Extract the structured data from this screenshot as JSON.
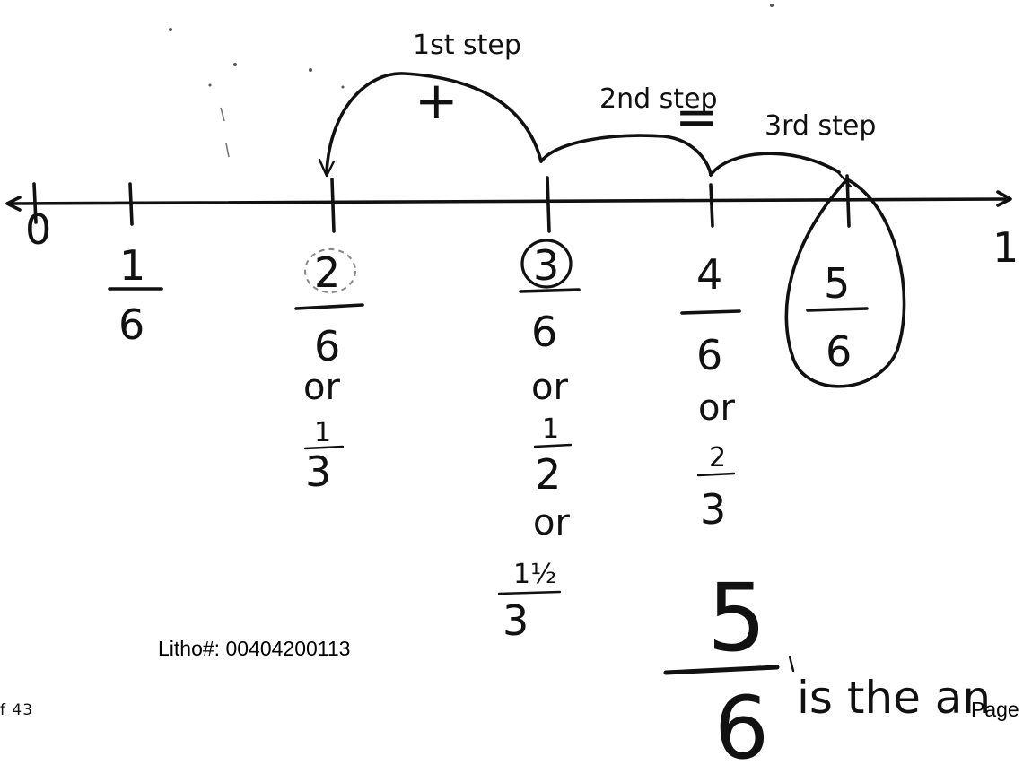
{
  "header": {
    "step1_label": "1st step",
    "step2_label": "2nd step",
    "step3_label": "3rd step",
    "plus_sign": "+",
    "equals_sign": "="
  },
  "number_line": {
    "left_end": "0",
    "right_end": "1",
    "ticks": [
      {
        "numerator": "1",
        "denominator": "6",
        "alternates": []
      },
      {
        "numerator": "2",
        "denominator": "6",
        "alternates": [
          "or",
          "1/3"
        ]
      },
      {
        "numerator": "3",
        "denominator": "6",
        "alternates": [
          "or",
          "1/2",
          "or",
          "1 1/2 / 3"
        ]
      },
      {
        "numerator": "4",
        "denominator": "6",
        "alternates": [
          "or",
          "2/3"
        ]
      },
      {
        "numerator": "5",
        "denominator": "6",
        "alternates": []
      }
    ]
  },
  "answer": {
    "numerator": "5",
    "denominator": "6",
    "text": "is the an"
  },
  "footer": {
    "litho": "Litho#: 00404200113",
    "page_of": "f 43",
    "page_label": "Page"
  }
}
